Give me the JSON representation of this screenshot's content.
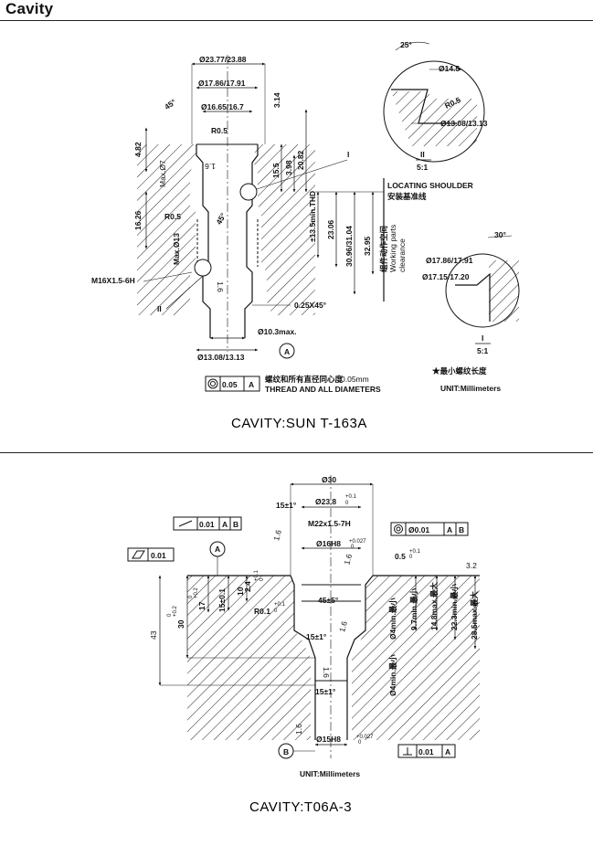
{
  "header": {
    "title": "Cavity"
  },
  "cavity1": {
    "caption": "CAVITY:SUN T-163A",
    "dims": {
      "d1": "Ø23.77/23.88",
      "d2": "Ø17.86/17.91",
      "d3": "Ø16.65/16.7",
      "r1": "R0.5",
      "a1": "45°",
      "v314": "3.14",
      "v482": "4.82",
      "maxd7": "Max.Ø7",
      "v155": "15.5",
      "v398": "3.98",
      "v2082": "20.82",
      "thd": "±13.5min.THD",
      "v1626": "16.26",
      "r2": "R0.5",
      "a2": "45°",
      "maxd13": "Max.Ø13",
      "v2306": "23.06",
      "v3096": "30.96/31.04",
      "v3295": "32.95",
      "m16": "M16X1.5-6H",
      "ch": "0.25X45°",
      "d103": "Ø10.3max.",
      "d1308": "Ø13.08/13.13",
      "f16a": "1.6",
      "f16b": "1.6",
      "roman1": "I",
      "roman2": "II"
    },
    "datum": "A",
    "tol": {
      "value": "0.05",
      "ref": "A"
    },
    "note_cn": "螺纹和所有直径同心度",
    "note_val": "0.05mm",
    "note_en": "THREAD AND ALL DIAMETERS",
    "shoulder_en": "LOCATING SHOULDER",
    "shoulder_cn": "安装基准线",
    "working_cn": "组件动作空间",
    "working_en1": "Working parts",
    "working_en2": "clearance",
    "thread_note": "★最小螺纹长度",
    "unit": "UNIT:Millimeters",
    "detail2": {
      "angle": "25°",
      "d145": "Ø14.5",
      "r": "R0.5",
      "d1308": "Ø13.08/13.13",
      "label": "II",
      "scale": "5:1"
    },
    "detail1": {
      "angle": "30°",
      "d1786": "Ø17.86/17.91",
      "d1715": "Ø17.15/17.20",
      "label": "I",
      "scale": "5:1"
    }
  },
  "cavity2": {
    "caption": "CAVITY:T06A-3",
    "dims": {
      "d30": "Ø30",
      "a15": "15±1°",
      "d238": "Ø23.8",
      "d238tol": "+0.1",
      "d238tol0": "0",
      "m22": "M22x1.5-7H",
      "d16h8": "Ø16H8",
      "d16tol": "+0.027",
      "d16tol0": "0",
      "v05": "0.5",
      "v05tol": "+0.1",
      "v05tol0": "0",
      "v24": "2.4",
      "v24tol": "+0.1",
      "v24tol0": "0",
      "v10": "10",
      "v15": "15±0.1",
      "v17": "17",
      "v17tol": "+0.2",
      "v17tol0": "0",
      "r01": "R0.1",
      "r01tol": "+0.1",
      "r01tol0": "0",
      "a45": "45±5°",
      "v30": "30",
      "v30tol": "+0.2",
      "v30tol0": "0",
      "v43": "43",
      "a15b": "15±1°",
      "a15c": "15±1°",
      "d4a": "Ø4min.最小",
      "d4b": "Ø4min.最小",
      "v97": "9.7min.最小",
      "v148": "14.8max.最大",
      "v223": "22.3min.最小",
      "v285": "28.5max.最大",
      "f32": "3.2",
      "f16a": "1.6",
      "f16b": "1.6",
      "f16c": "1.6",
      "f16d": "1.6",
      "f16e": "1.6",
      "d15h8": "Ø15H8",
      "d15tol": "+0.027",
      "d15tol0": "0"
    },
    "datumA": "A",
    "datumB": "B",
    "fcf1": {
      "value": "0.01",
      "ref1": "A",
      "ref2": "B"
    },
    "fcf2": {
      "value": "Ø0.01",
      "ref1": "A",
      "ref2": "B"
    },
    "fcf3": {
      "value": "0.01"
    },
    "fcf4": {
      "value": "0.01",
      "ref1": "A"
    },
    "unit": "UNIT:Millimeters"
  }
}
